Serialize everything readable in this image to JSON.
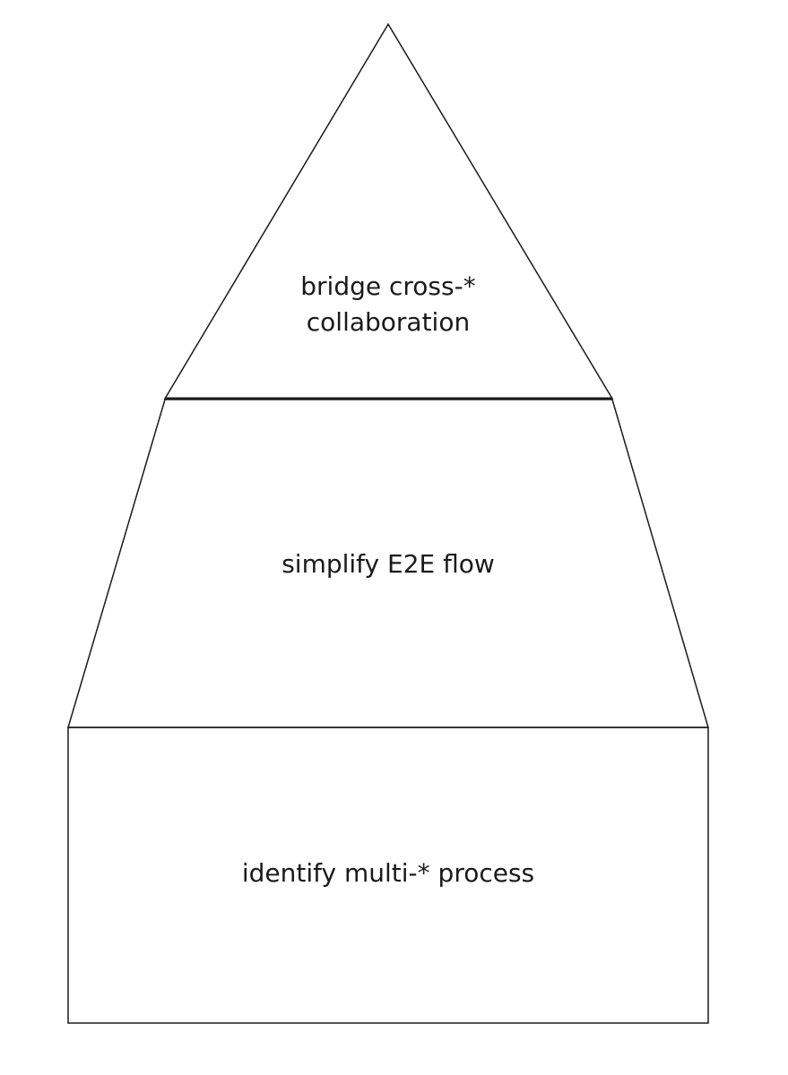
{
  "pyramid": {
    "top_tier": {
      "line1": "bridge cross-*",
      "line2": "collaboration"
    },
    "middle_tier": {
      "label": "simplify E2E flow"
    },
    "bottom_tier": {
      "label": "identify multi-* process"
    }
  },
  "colors": {
    "stroke": "#1a1a1a",
    "background": "#ffffff"
  }
}
